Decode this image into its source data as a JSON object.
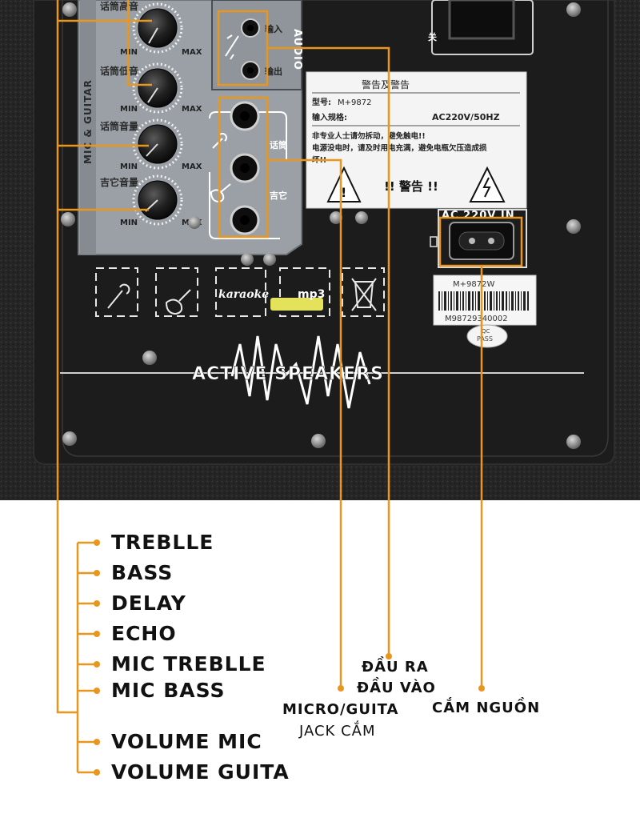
{
  "panel": {
    "knob_labels": [
      "话筒高音",
      "话筒低音",
      "话筒音量",
      "吉它音量"
    ],
    "min_label": "MIN",
    "max_label": "MAX",
    "mic_guitar_text": "MIC & GUITAR",
    "audio_text": "AUDIO",
    "audio_in_label": "输入",
    "audio_out_label": "输出",
    "jack_mic_label": "话筒",
    "jack_guitar_label": "吉它",
    "switch_label": "关",
    "warning_title": "警告及警告",
    "model_label": "型号:",
    "model_value": "M+9872",
    "input_spec_label": "输入规格:",
    "input_spec_value": "AC220V/50HZ",
    "warning_line_1": "非专业人士请勿拆动，避免触电!!",
    "warning_line_2": "电源没电时，请及时用电充满，避免电瓶欠压造成损",
    "warning_line_3": "坏!!",
    "warning_footer": "!! 警告 !!",
    "power_socket_label": "AC 220V IN",
    "barcode_top": "M+9872W",
    "barcode_number": "M98729340002",
    "qc_line_1": "QC",
    "qc_line_2": "PASS",
    "icon_karaoke": "karaoke",
    "icon_mp3": "mp3",
    "active_speakers": "ACTIVE SPEAKERS"
  },
  "legend": {
    "items": [
      "TREBLLE",
      "BASS",
      "DELAY",
      "ECHO",
      "MIC TREBLLE",
      "MIC BASS",
      "VOLUME MIC",
      "VOLUME GUITA"
    ]
  },
  "callouts": {
    "output": "ĐẦU RA",
    "input": "ĐẦU VÀO",
    "micro_guita": "MICRO/GUITA",
    "jack": "JACK CẮM",
    "power": "CẮM NGUỒN"
  },
  "colors": {
    "leader_line": "#e8961e",
    "panel_black": "#1b1b1b",
    "control_plate": "#9aa0a6",
    "label_white": "#ffffff"
  }
}
